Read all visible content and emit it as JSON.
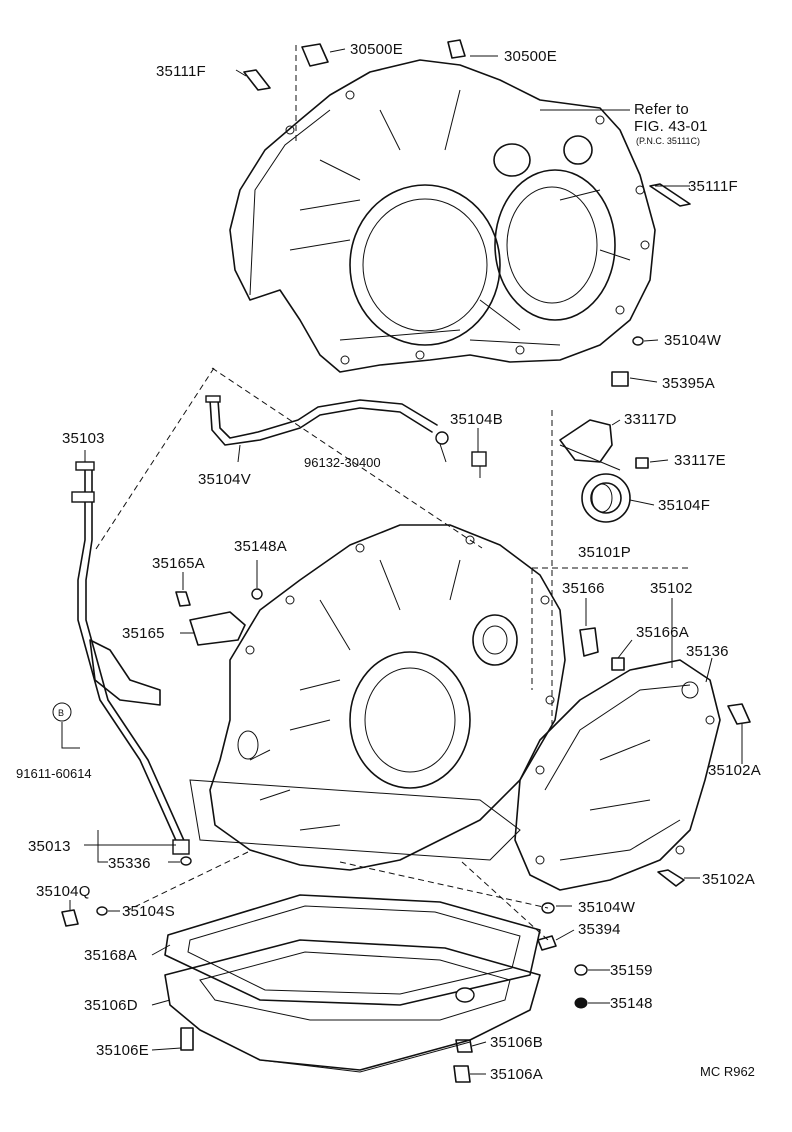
{
  "labels": {
    "p30500E_a": "30500E",
    "p30500E_b": "30500E",
    "p35111F_a": "35111F",
    "refer_line1": "Refer to",
    "refer_line2": "FIG. 43-01",
    "refer_line3": "(P.N.C. 35111C)",
    "p35111F_b": "35111F",
    "p35104W_a": "35104W",
    "p35395A": "35395A",
    "p35103": "35103",
    "p35104B": "35104B",
    "p33117D": "33117D",
    "p96132": "96132-30400",
    "p33117E": "33117E",
    "p35104V": "35104V",
    "p35104F": "35104F",
    "p35148A": "35148A",
    "p35101P": "35101P",
    "p35165A": "35165A",
    "p35166": "35166",
    "p35102": "35102",
    "p35165": "35165",
    "p35166A": "35166A",
    "p35136": "35136",
    "p91611": "91611-60614",
    "p35102A_a": "35102A",
    "p35013": "35013",
    "p35336": "35336",
    "p35102A_b": "35102A",
    "p35104Q": "35104Q",
    "p35104S": "35104S",
    "p35104W_b": "35104W",
    "p35394": "35394",
    "p35168A": "35168A",
    "p35159": "35159",
    "p35106D": "35106D",
    "p35148": "35148",
    "p35106E": "35106E",
    "p35106B": "35106B",
    "p35106A": "35106A",
    "mc_code": "MC  R962",
    "b_mark": "B"
  }
}
